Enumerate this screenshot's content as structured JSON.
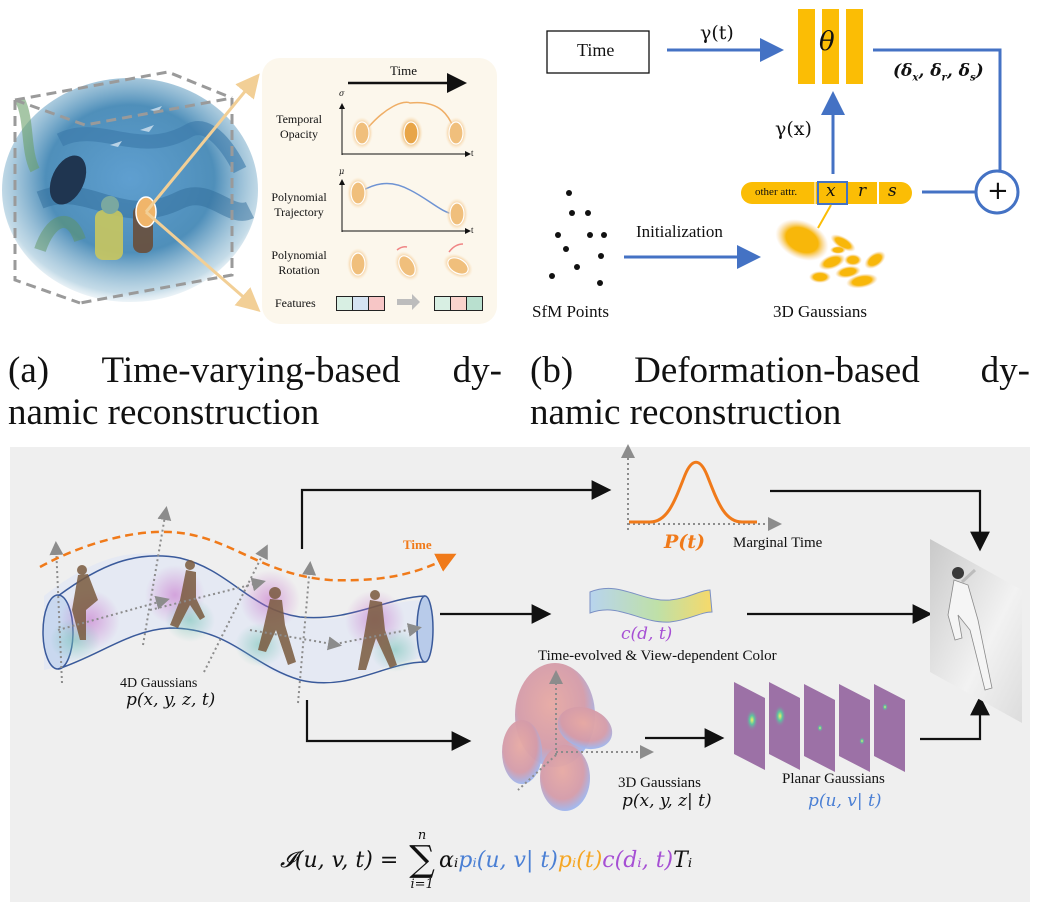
{
  "panel_a": {
    "caption_line1_parts": [
      "(a)",
      "Time-varying-based",
      "dy-"
    ],
    "caption_line2": "namic reconstruction",
    "inset": {
      "time_label": "Time",
      "rows": [
        {
          "label_line1": "Temporal",
          "label_line2": "Opacity",
          "y_axis": "σ",
          "x_axis": "t"
        },
        {
          "label_line1": "Polynomial",
          "label_line2": "Trajectory",
          "y_axis": "μ",
          "x_axis": "t"
        },
        {
          "label_line1": "Polynomial",
          "label_line2": "Rotation"
        },
        {
          "label_line1": "Features"
        }
      ],
      "features_before_colors": [
        "#d8efe3",
        "#d5e3f2",
        "#f7c6c6"
      ],
      "features_after_colors": [
        "#d8efe3",
        "#f9d3cc",
        "#b9e0cf"
      ]
    }
  },
  "panel_b": {
    "caption_line1_parts": [
      "(b)",
      "Deformation-based",
      "dy-"
    ],
    "caption_line2": "namic reconstruction",
    "time_box_label": "Time",
    "gamma_t": "γ(t)",
    "gamma_x": "γ(x)",
    "theta": "θ",
    "deltas": "(δx, δr, δs)",
    "delta_parts": [
      "(",
      "δ",
      "x",
      ", ",
      "δ",
      "r",
      ", ",
      "δ",
      "s",
      ")"
    ],
    "attr_bar": {
      "other": "other attr.",
      "x": "x",
      "r": "r",
      "s": "s"
    },
    "plus": "+",
    "init_label": "Initialization",
    "sfm_label": "SfM Points",
    "gaussians_label": "3D Gaussians",
    "colors": {
      "accent_yellow": "#fbbd05",
      "flow_blue": "#4472c4"
    }
  },
  "panel_c": {
    "time_label": "Time",
    "four_d_label": "4D Gaussians",
    "four_d_formula": "p(x, y, z, t)",
    "marginal_formula": "P(t)",
    "marginal_label": "Marginal Time",
    "color_formula": "c(d, t)",
    "color_label": "Time-evolved & View-dependent Color",
    "three_d_label": "3D Gaussians",
    "three_d_formula": "p(x, y, z| t)",
    "planar_label": "Planar Gaussians",
    "planar_formula": "p(u, v| t)",
    "render_equation": {
      "lhs": "𝓘(u, v, t) = ",
      "sum_top": "n",
      "sum_bottom": "i=1",
      "sigma": "∑",
      "alpha": "αᵢ",
      "p_uv": "pᵢ(u, v| t)",
      "p_t": "pᵢ(t)",
      "c": "c(dᵢ, t)",
      "T": "Tᵢ"
    },
    "colors": {
      "time_orange": "#f07a1a",
      "planar_blue": "#4a7fd4",
      "color_purple": "#a64fd4",
      "pt_orange": "#f5a623",
      "plane_purple": "#9c71a6"
    }
  }
}
